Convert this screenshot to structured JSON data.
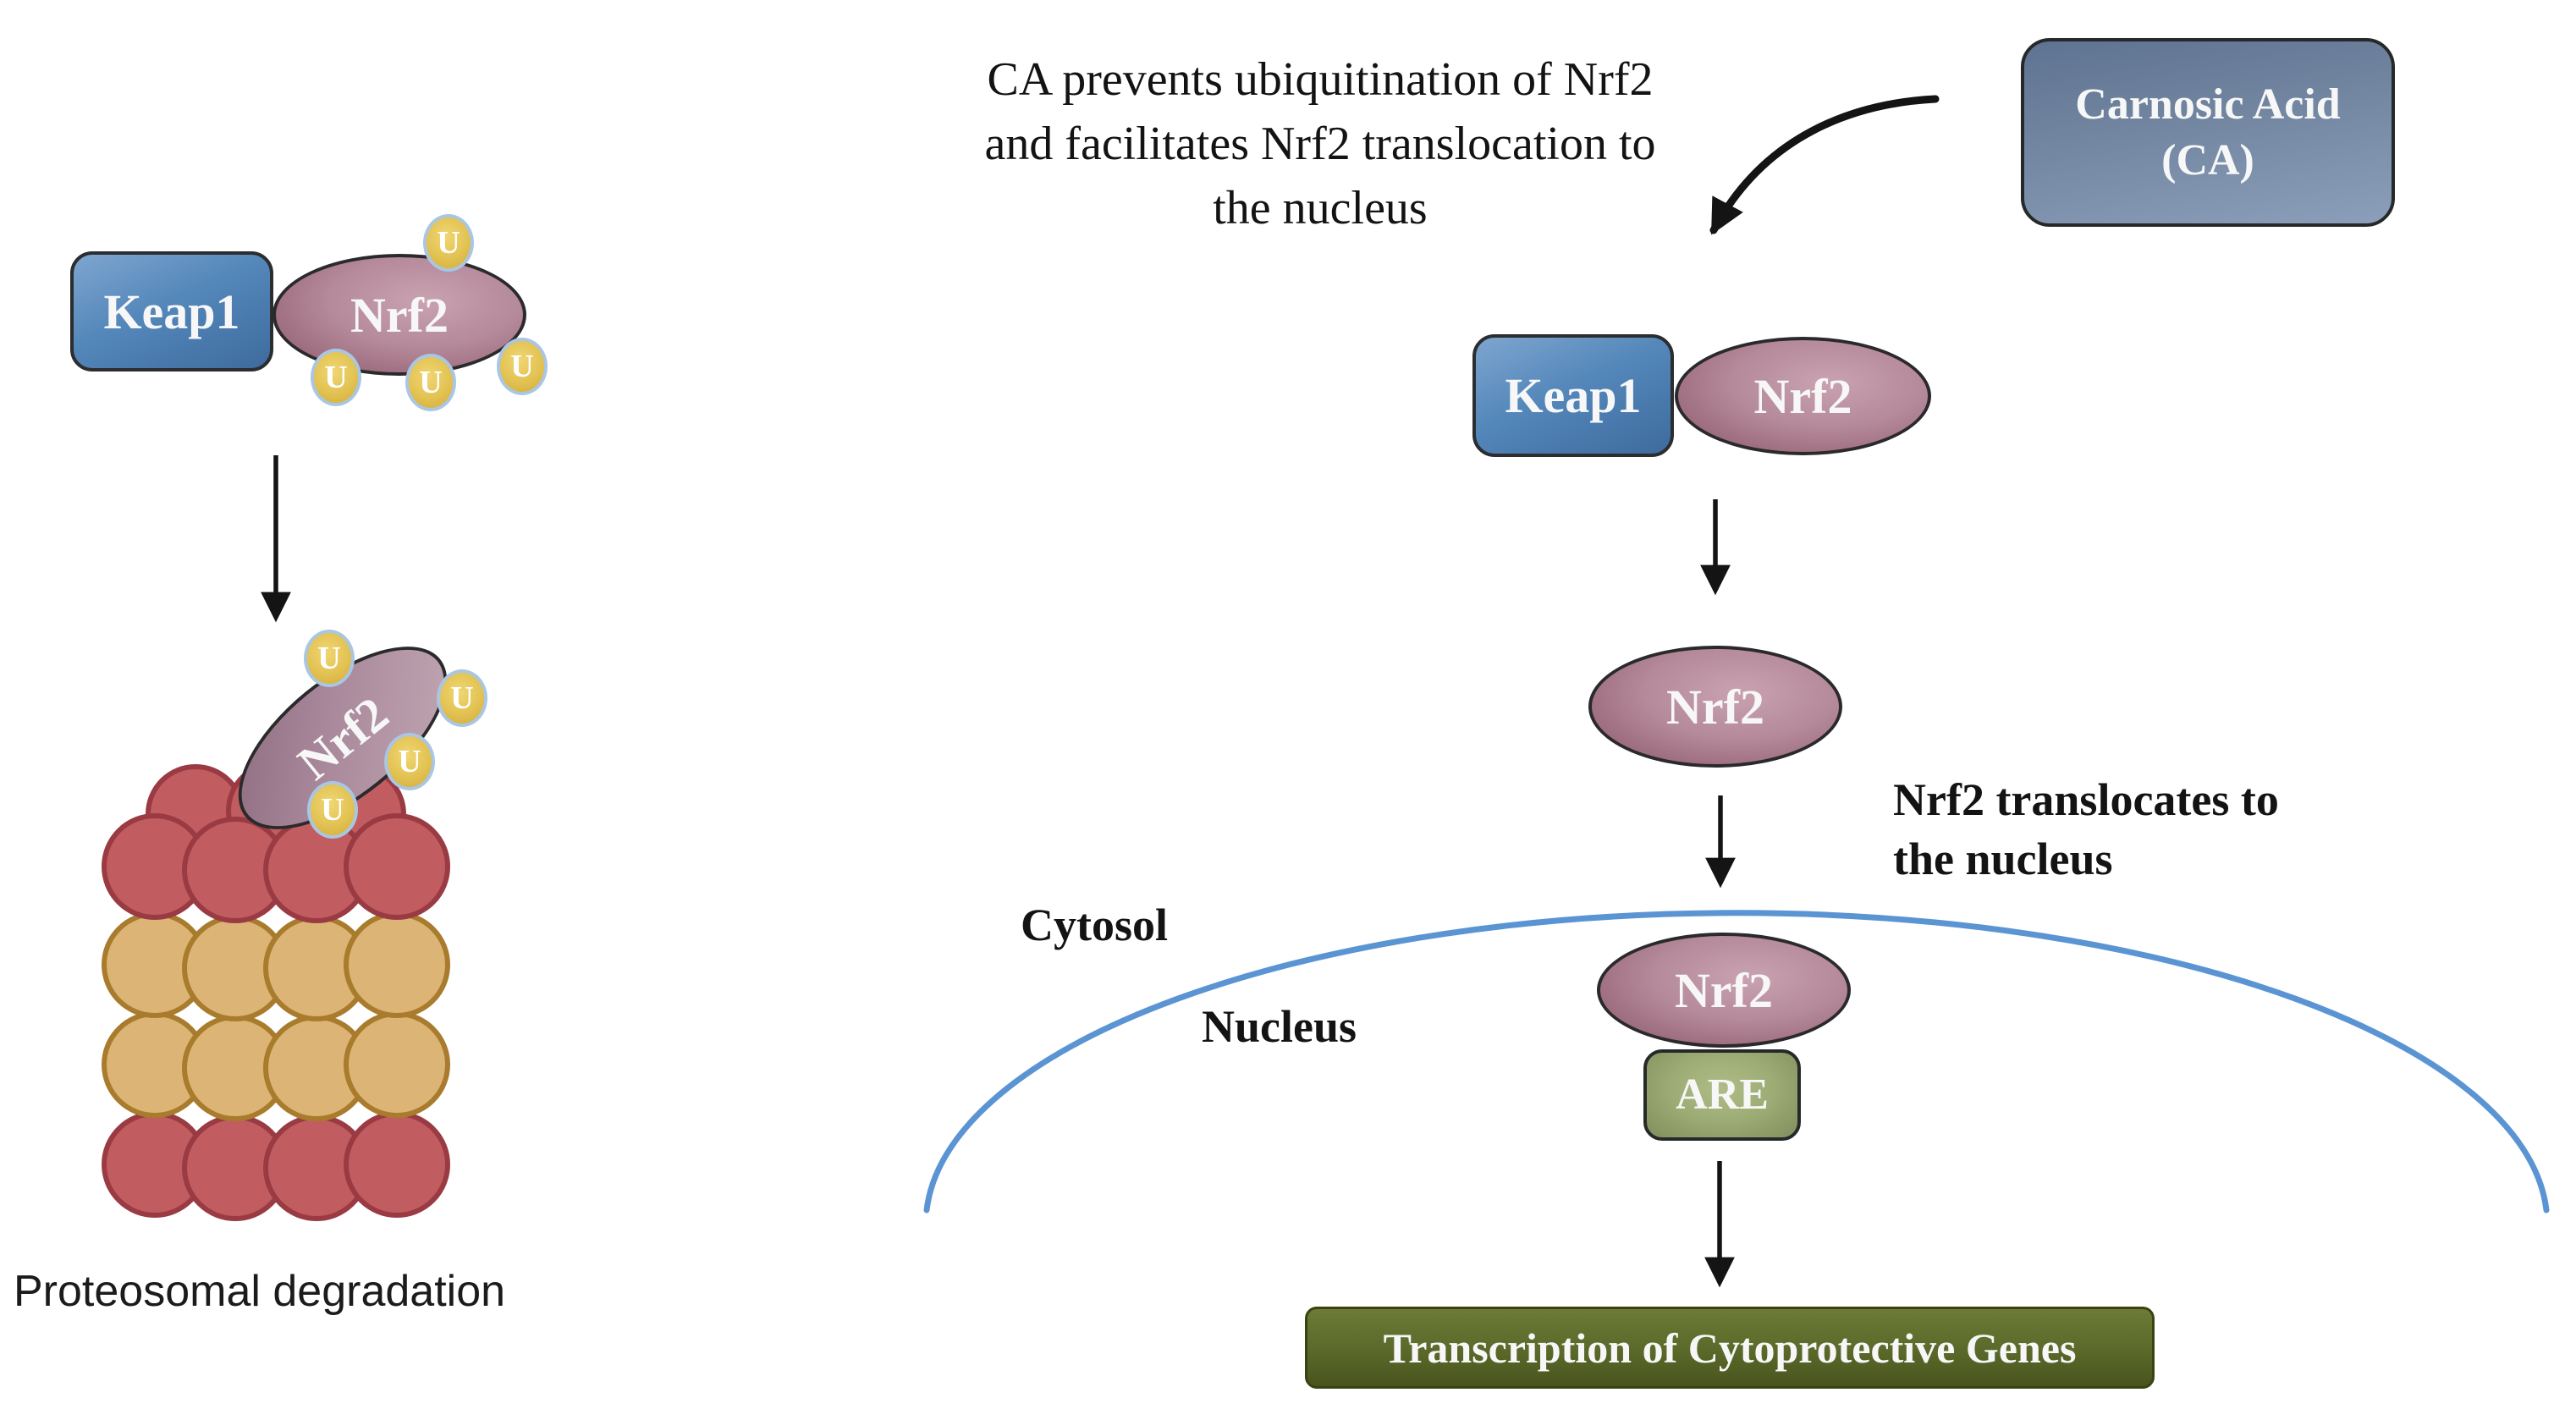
{
  "labels": {
    "keap1": "Keap1",
    "nrf2": "Nrf2",
    "ubiquitin": "U",
    "proteosomal_caption": "Proteosomal degradation",
    "header_line1": "CA prevents ubiquitination of Nrf2",
    "header_line2": "and facilitates Nrf2 translocation to",
    "header_line3": "the nucleus",
    "carnosic_line1": "Carnosic Acid",
    "carnosic_line2": "(CA)",
    "translocate_line1": "Nrf2 translocates to",
    "translocate_line2": "the nucleus",
    "cytosol": "Cytosol",
    "nucleus": "Nucleus",
    "are": "ARE",
    "transcription": "Transcription of Cytoprotective Genes"
  },
  "colors": {
    "keap1_blue": "#5487ba",
    "nrf2_mauve": "#a87587",
    "carnosic_slate": "#70849f",
    "ubiquitin_gold": "#e2c252",
    "ubiquitin_ring": "#a9c6e2",
    "are_green": "#9cab74",
    "transcription_olive": "#5a682a",
    "membrane_blue": "#5b94d3",
    "proteasome_red": "#c15d61",
    "proteasome_tan": "#dcb475",
    "arrow_black": "#141414"
  }
}
